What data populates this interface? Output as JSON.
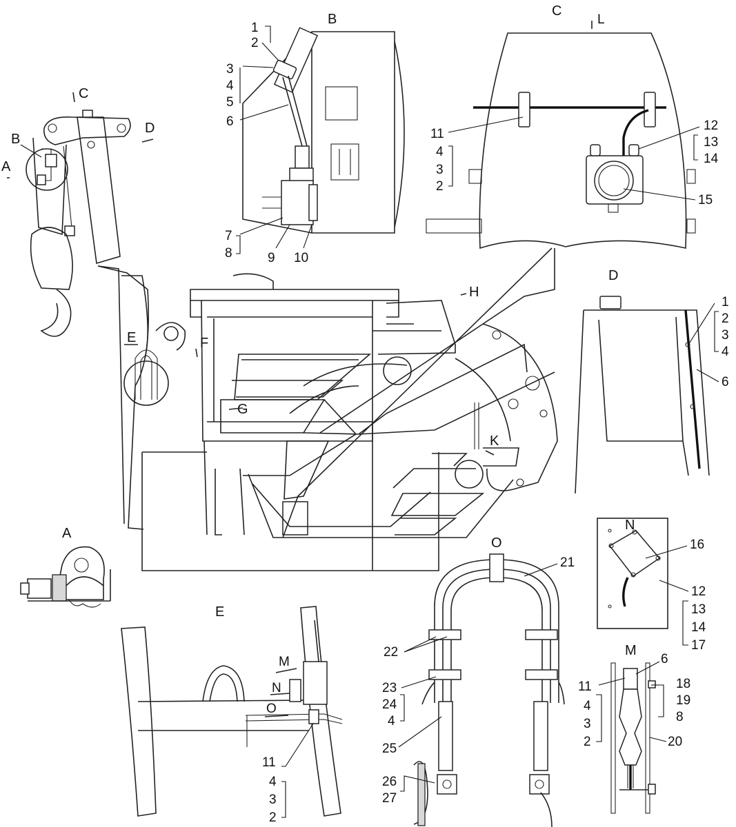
{
  "views": {
    "A": "A",
    "B": "B",
    "C": "C",
    "D": "D",
    "E": "E",
    "N": "N",
    "O": "O",
    "M": "M"
  },
  "arrows": {
    "A": "A",
    "B": "B",
    "C": "C",
    "D": "D",
    "E": "E",
    "F": "F",
    "G": "G",
    "H": "H",
    "K": "K",
    "L": "L",
    "M": "M",
    "N": "N",
    "O": "O"
  },
  "callouts": {
    "b": [
      "1",
      "2",
      "3",
      "4",
      "5",
      "6",
      "7",
      "8",
      "9",
      "10"
    ],
    "c": [
      "11",
      "4",
      "3",
      "2",
      "12",
      "13",
      "14",
      "15"
    ],
    "d": [
      "1",
      "2",
      "3",
      "4",
      "6"
    ],
    "n": [
      "16",
      "12",
      "13",
      "14",
      "17"
    ],
    "o": [
      "21",
      "22",
      "23",
      "24",
      "4",
      "25",
      "26",
      "27"
    ],
    "m": [
      "6",
      "11",
      "4",
      "3",
      "2",
      "18",
      "19",
      "8",
      "20"
    ],
    "e": [
      "11",
      "4",
      "3",
      "2"
    ]
  }
}
